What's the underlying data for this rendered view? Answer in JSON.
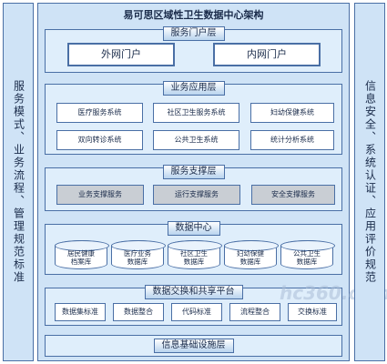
{
  "left_sidebar": "服务模式、业务流程、管理规范标准",
  "right_sidebar": "信息安全、系统认证、应用评价规范",
  "title": "易可思区域性卫生数据中心架构",
  "portal_layer": {
    "title": "服务门户层",
    "items": [
      "外网门户",
      "内网门户"
    ]
  },
  "app_layer": {
    "title": "业务应用层",
    "items": [
      "医疗服务系统",
      "社区卫生服务系统",
      "妇幼保健系统",
      "双向转诊系统",
      "公共卫生系统",
      "统计分析系统"
    ]
  },
  "support_layer": {
    "title": "服务支撑层",
    "items": [
      "业务支撑服务",
      "运行支撑服务",
      "安全支撑服务"
    ]
  },
  "data_center": {
    "title": "数据中心",
    "items": [
      "居民健康\n档案库",
      "医疗业务\n数据库",
      "社区卫生\n数据库",
      "妇幼保健\n数据库",
      "公共卫生\n数据库"
    ]
  },
  "exchange_layer": {
    "title": "数据交换和共享平台",
    "items": [
      "数据集标准",
      "数据整合",
      "代码标准",
      "流程整合",
      "交换标准"
    ]
  },
  "infra_layer": {
    "title": "信息基础设施层"
  },
  "watermark": "hc360.com"
}
